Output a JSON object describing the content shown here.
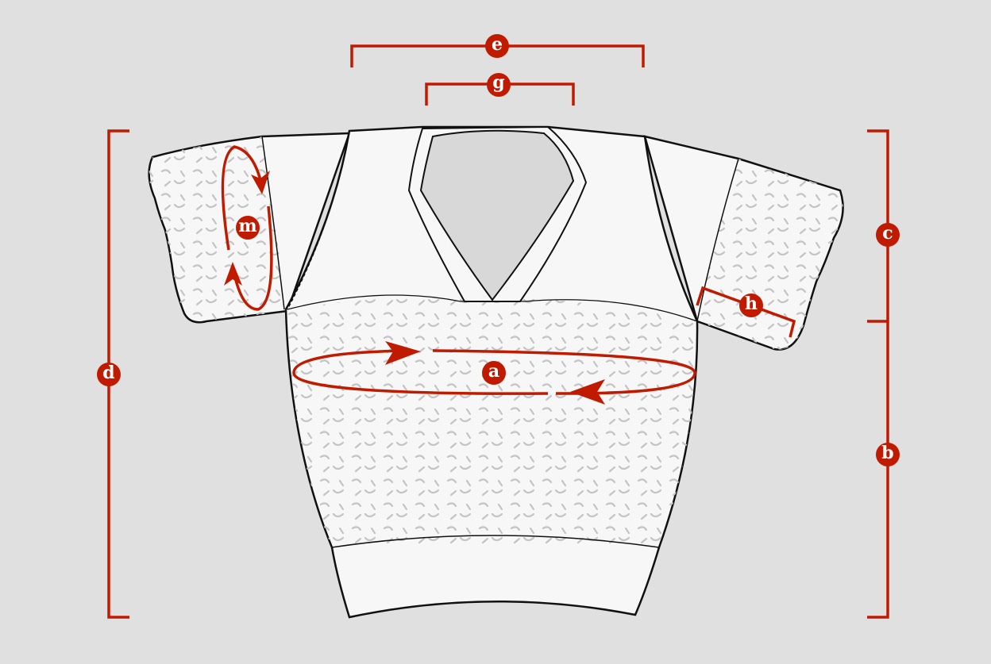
{
  "colors": {
    "background": "#e0e0e0",
    "accent": "#c01a00",
    "garment": "#f7f7f7",
    "outline": "#111111",
    "texture": "#c4c4c4"
  },
  "labels": {
    "a": "a",
    "b": "b",
    "c": "c",
    "d": "d",
    "e": "e",
    "g": "g",
    "h": "h",
    "m": "m"
  }
}
